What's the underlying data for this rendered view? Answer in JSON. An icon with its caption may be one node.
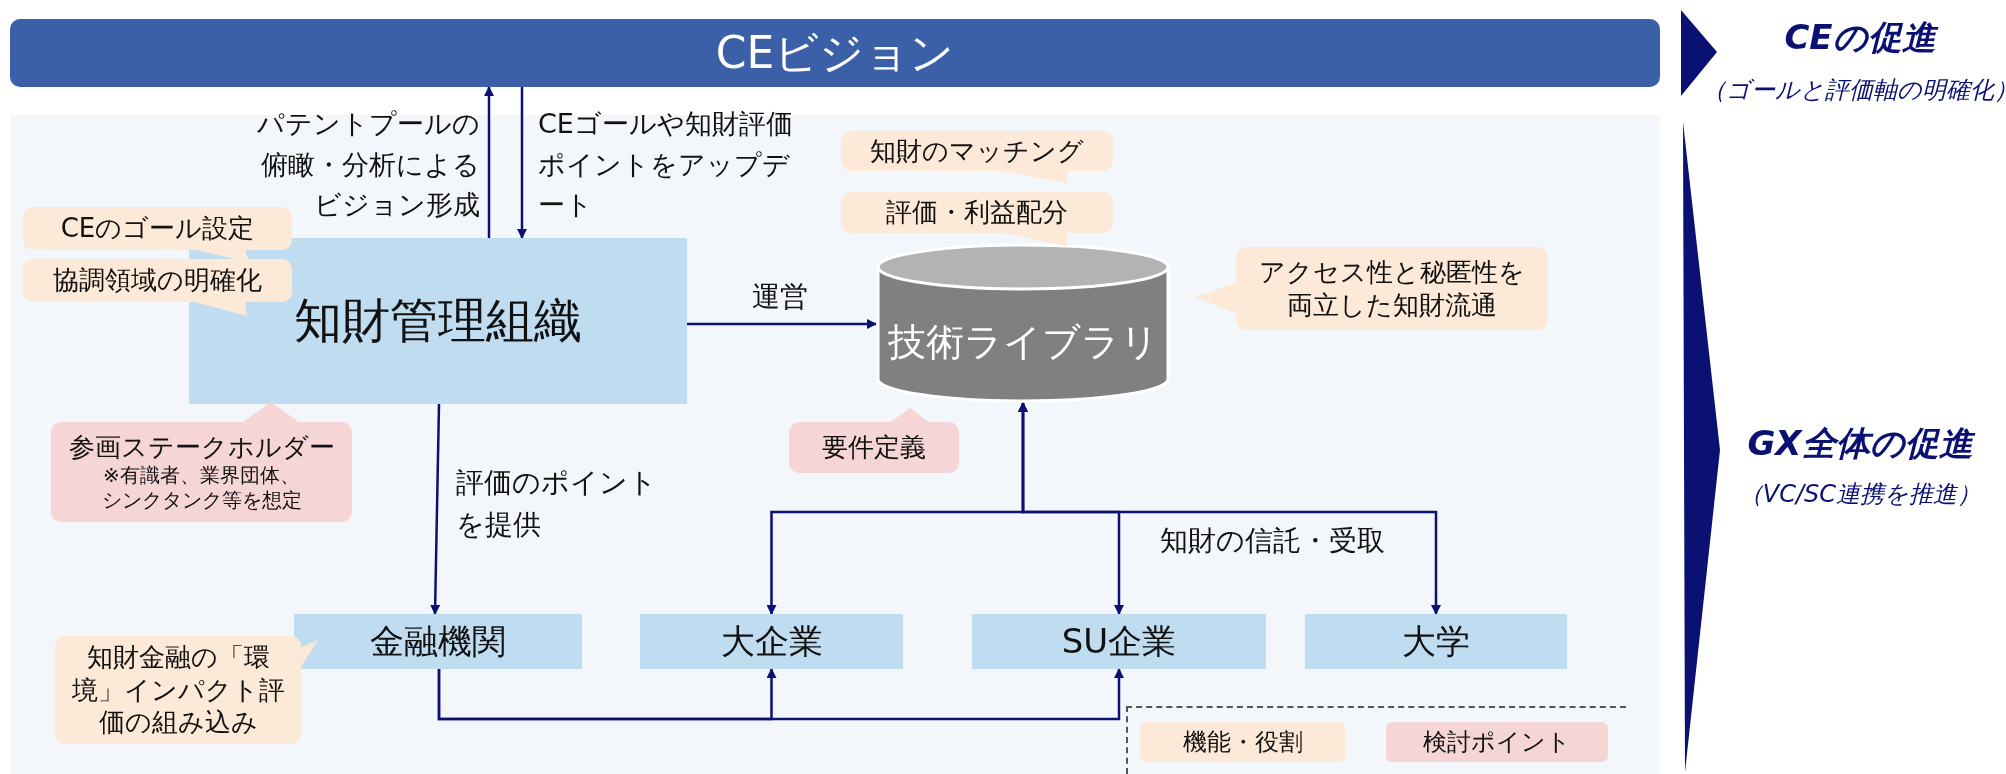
{
  "diagram": {
    "nodes": [
      {
        "text": [
          "CEビジョン"
        ]
      },
      {
        "text": [
          "知財管理組織"
        ]
      },
      {
        "text": [
          "技術ライブラリ"
        ]
      },
      {
        "text": [
          "金融機関"
        ]
      },
      {
        "text": [
          "大企業"
        ]
      },
      {
        "text": [
          "SU企業"
        ]
      },
      {
        "text": [
          "大学"
        ]
      },
      {
        "text": [
          "CEのゴール設定"
        ]
      },
      {
        "text": [
          "協調領域の明確化"
        ]
      },
      {
        "text": [
          "参画ステークホルダー",
          "※有識者、業界団体、シンクタンク等を想定"
        ]
      },
      {
        "text": [
          "知財のマッチング"
        ]
      },
      {
        "text": [
          "評価・利益配分"
        ]
      },
      {
        "text": [
          "アクセス性と秘匿性を両立した知財流通"
        ]
      },
      {
        "text": [
          "要件定義"
        ]
      },
      {
        "text": [
          "知財金融の「環境」インパクト評価の組み込み"
        ]
      }
    ],
    "edges": [
      {
        "from": 1,
        "to": 0,
        "arrow": "to",
        "label": "パテントプールの俯瞰・分析によるビジョン形成"
      },
      {
        "from": 0,
        "to": 1,
        "arrow": "to",
        "label": "CEゴールや知財評価ポイントをアップデート"
      },
      {
        "from": 1,
        "to": 2,
        "arrow": "to",
        "label": "運営"
      },
      {
        "from": 1,
        "to": 3,
        "arrow": "to",
        "label": "評価のポイントを提供"
      },
      {
        "from": 2,
        "to": 4,
        "arrow": "both"
      },
      {
        "from": 2,
        "to": 5,
        "arrow": "both"
      },
      {
        "from": 2,
        "to": 6,
        "arrow": "both",
        "label": "知財の信託・受取"
      },
      {
        "from": 3,
        "to": 4,
        "arrow": "to"
      },
      {
        "from": 3,
        "to": 5,
        "arrow": "to"
      }
    ],
    "labels": [
      "CEの促進",
      "（ゴールと評価軸の明確化）",
      "GX全体の促進",
      "（VC/SC連携を推進）"
    ],
    "legend": [
      {
        "text": "機能・役割",
        "color": "#fde9d7"
      },
      {
        "text": "検討ポイント",
        "color": "#f6d5d5"
      }
    ]
  }
}
